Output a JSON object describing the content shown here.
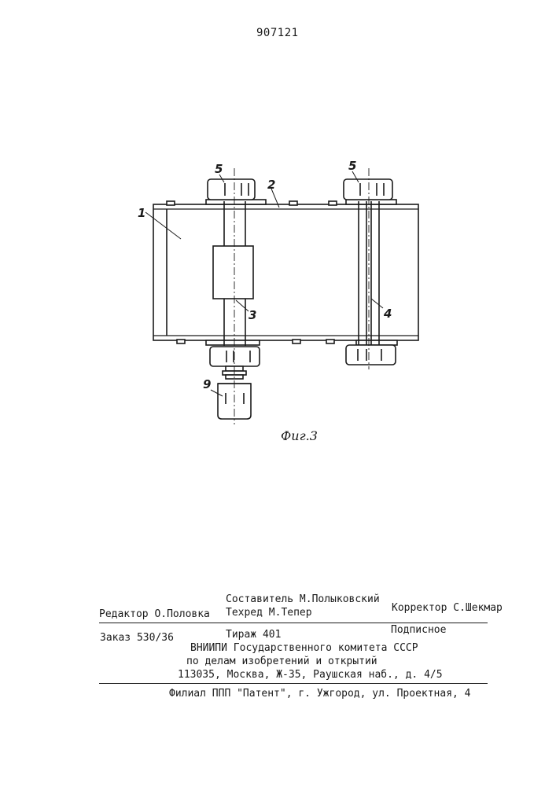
{
  "header": {
    "patent_number": "907121"
  },
  "figure": {
    "caption": "Фиг.3",
    "labels": {
      "l1": "1",
      "l2": "2",
      "l3": "3",
      "l4": "4",
      "l5a": "5",
      "l5b": "5",
      "l9": "9"
    }
  },
  "imprint": {
    "compiler": "Составитель М.Полыковский",
    "editor": "Редактор О.Половка",
    "techred": "Техред М.Тепер",
    "corrector": "Корректор С.Шекмар",
    "order": "Заказ 530/36",
    "circulation": "Тираж 401",
    "subscription": "Подписное",
    "org_line1": "ВНИИПИ Государственного комитета СССР",
    "org_line2": "по делам изобретений и открытий",
    "address": "113035, Москва, Ж-35, Раушская наб., д. 4/5",
    "branch": "Филиал ППП \"Патент\", г. Ужгород, ул. Проектная, 4"
  }
}
